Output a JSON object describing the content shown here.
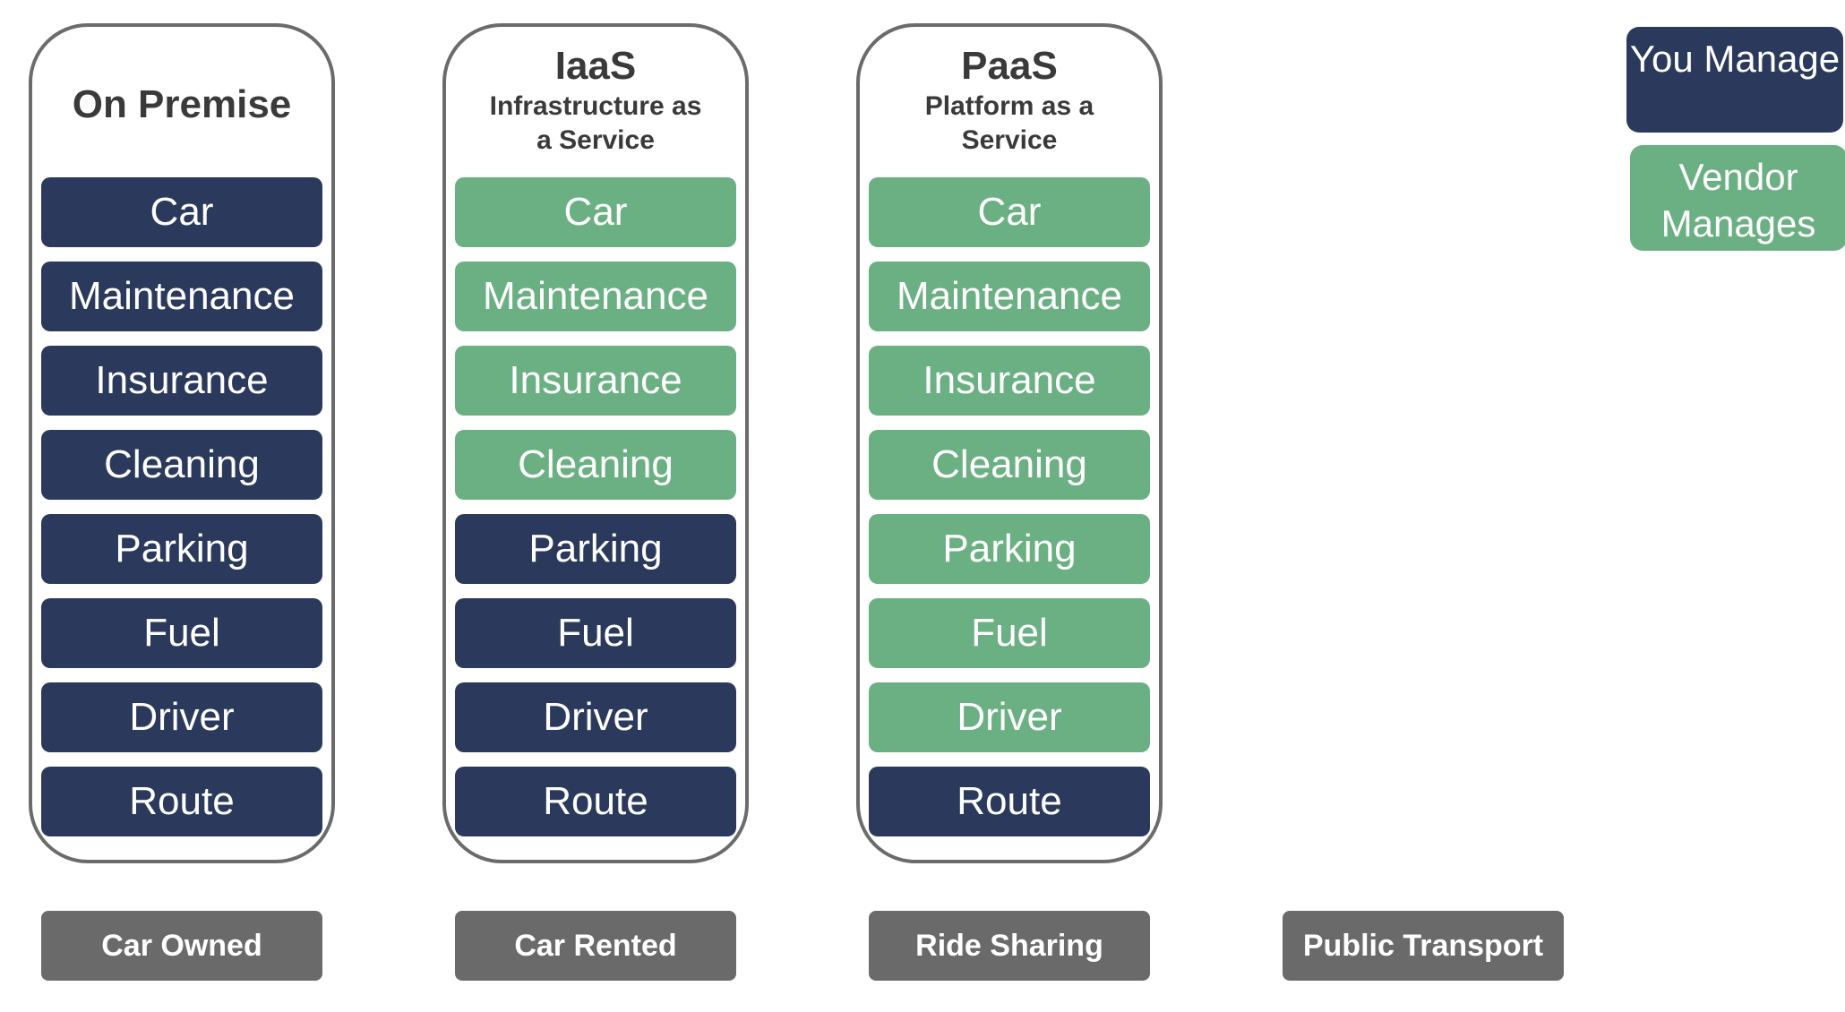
{
  "columns": [
    {
      "title": "On Premise",
      "subtitle": "",
      "footer": "Car Owned",
      "items": [
        {
          "label": "Car",
          "owner": "you"
        },
        {
          "label": "Maintenance",
          "owner": "you"
        },
        {
          "label": "Insurance",
          "owner": "you"
        },
        {
          "label": "Cleaning",
          "owner": "you"
        },
        {
          "label": "Parking",
          "owner": "you"
        },
        {
          "label": "Fuel",
          "owner": "you"
        },
        {
          "label": "Driver",
          "owner": "you"
        },
        {
          "label": "Route",
          "owner": "you"
        }
      ]
    },
    {
      "title": "IaaS",
      "subtitle": "Infrastructure as a Service",
      "footer": "Car Rented",
      "items": [
        {
          "label": "Car",
          "owner": "vendor"
        },
        {
          "label": "Maintenance",
          "owner": "vendor"
        },
        {
          "label": "Insurance",
          "owner": "vendor"
        },
        {
          "label": "Cleaning",
          "owner": "vendor"
        },
        {
          "label": "Parking",
          "owner": "you"
        },
        {
          "label": "Fuel",
          "owner": "you"
        },
        {
          "label": "Driver",
          "owner": "you"
        },
        {
          "label": "Route",
          "owner": "you"
        }
      ]
    },
    {
      "title": "PaaS",
      "subtitle": "Platform as a Service",
      "footer": "Ride Sharing",
      "items": [
        {
          "label": "Car",
          "owner": "vendor"
        },
        {
          "label": "Maintenance",
          "owner": "vendor"
        },
        {
          "label": "Insurance",
          "owner": "vendor"
        },
        {
          "label": "Cleaning",
          "owner": "vendor"
        },
        {
          "label": "Parking",
          "owner": "vendor"
        },
        {
          "label": "Fuel",
          "owner": "vendor"
        },
        {
          "label": "Driver",
          "owner": "vendor"
        },
        {
          "label": "Route",
          "owner": "you"
        }
      ]
    }
  ],
  "extra_footer": "Public Transport",
  "legend": {
    "you": "You Manage",
    "vendor": "Vendor Manages"
  },
  "colors": {
    "you": "#2b3a5c",
    "vendor": "#6bb083",
    "footer": "#6a6a6a",
    "border": "#6b6b6b"
  }
}
